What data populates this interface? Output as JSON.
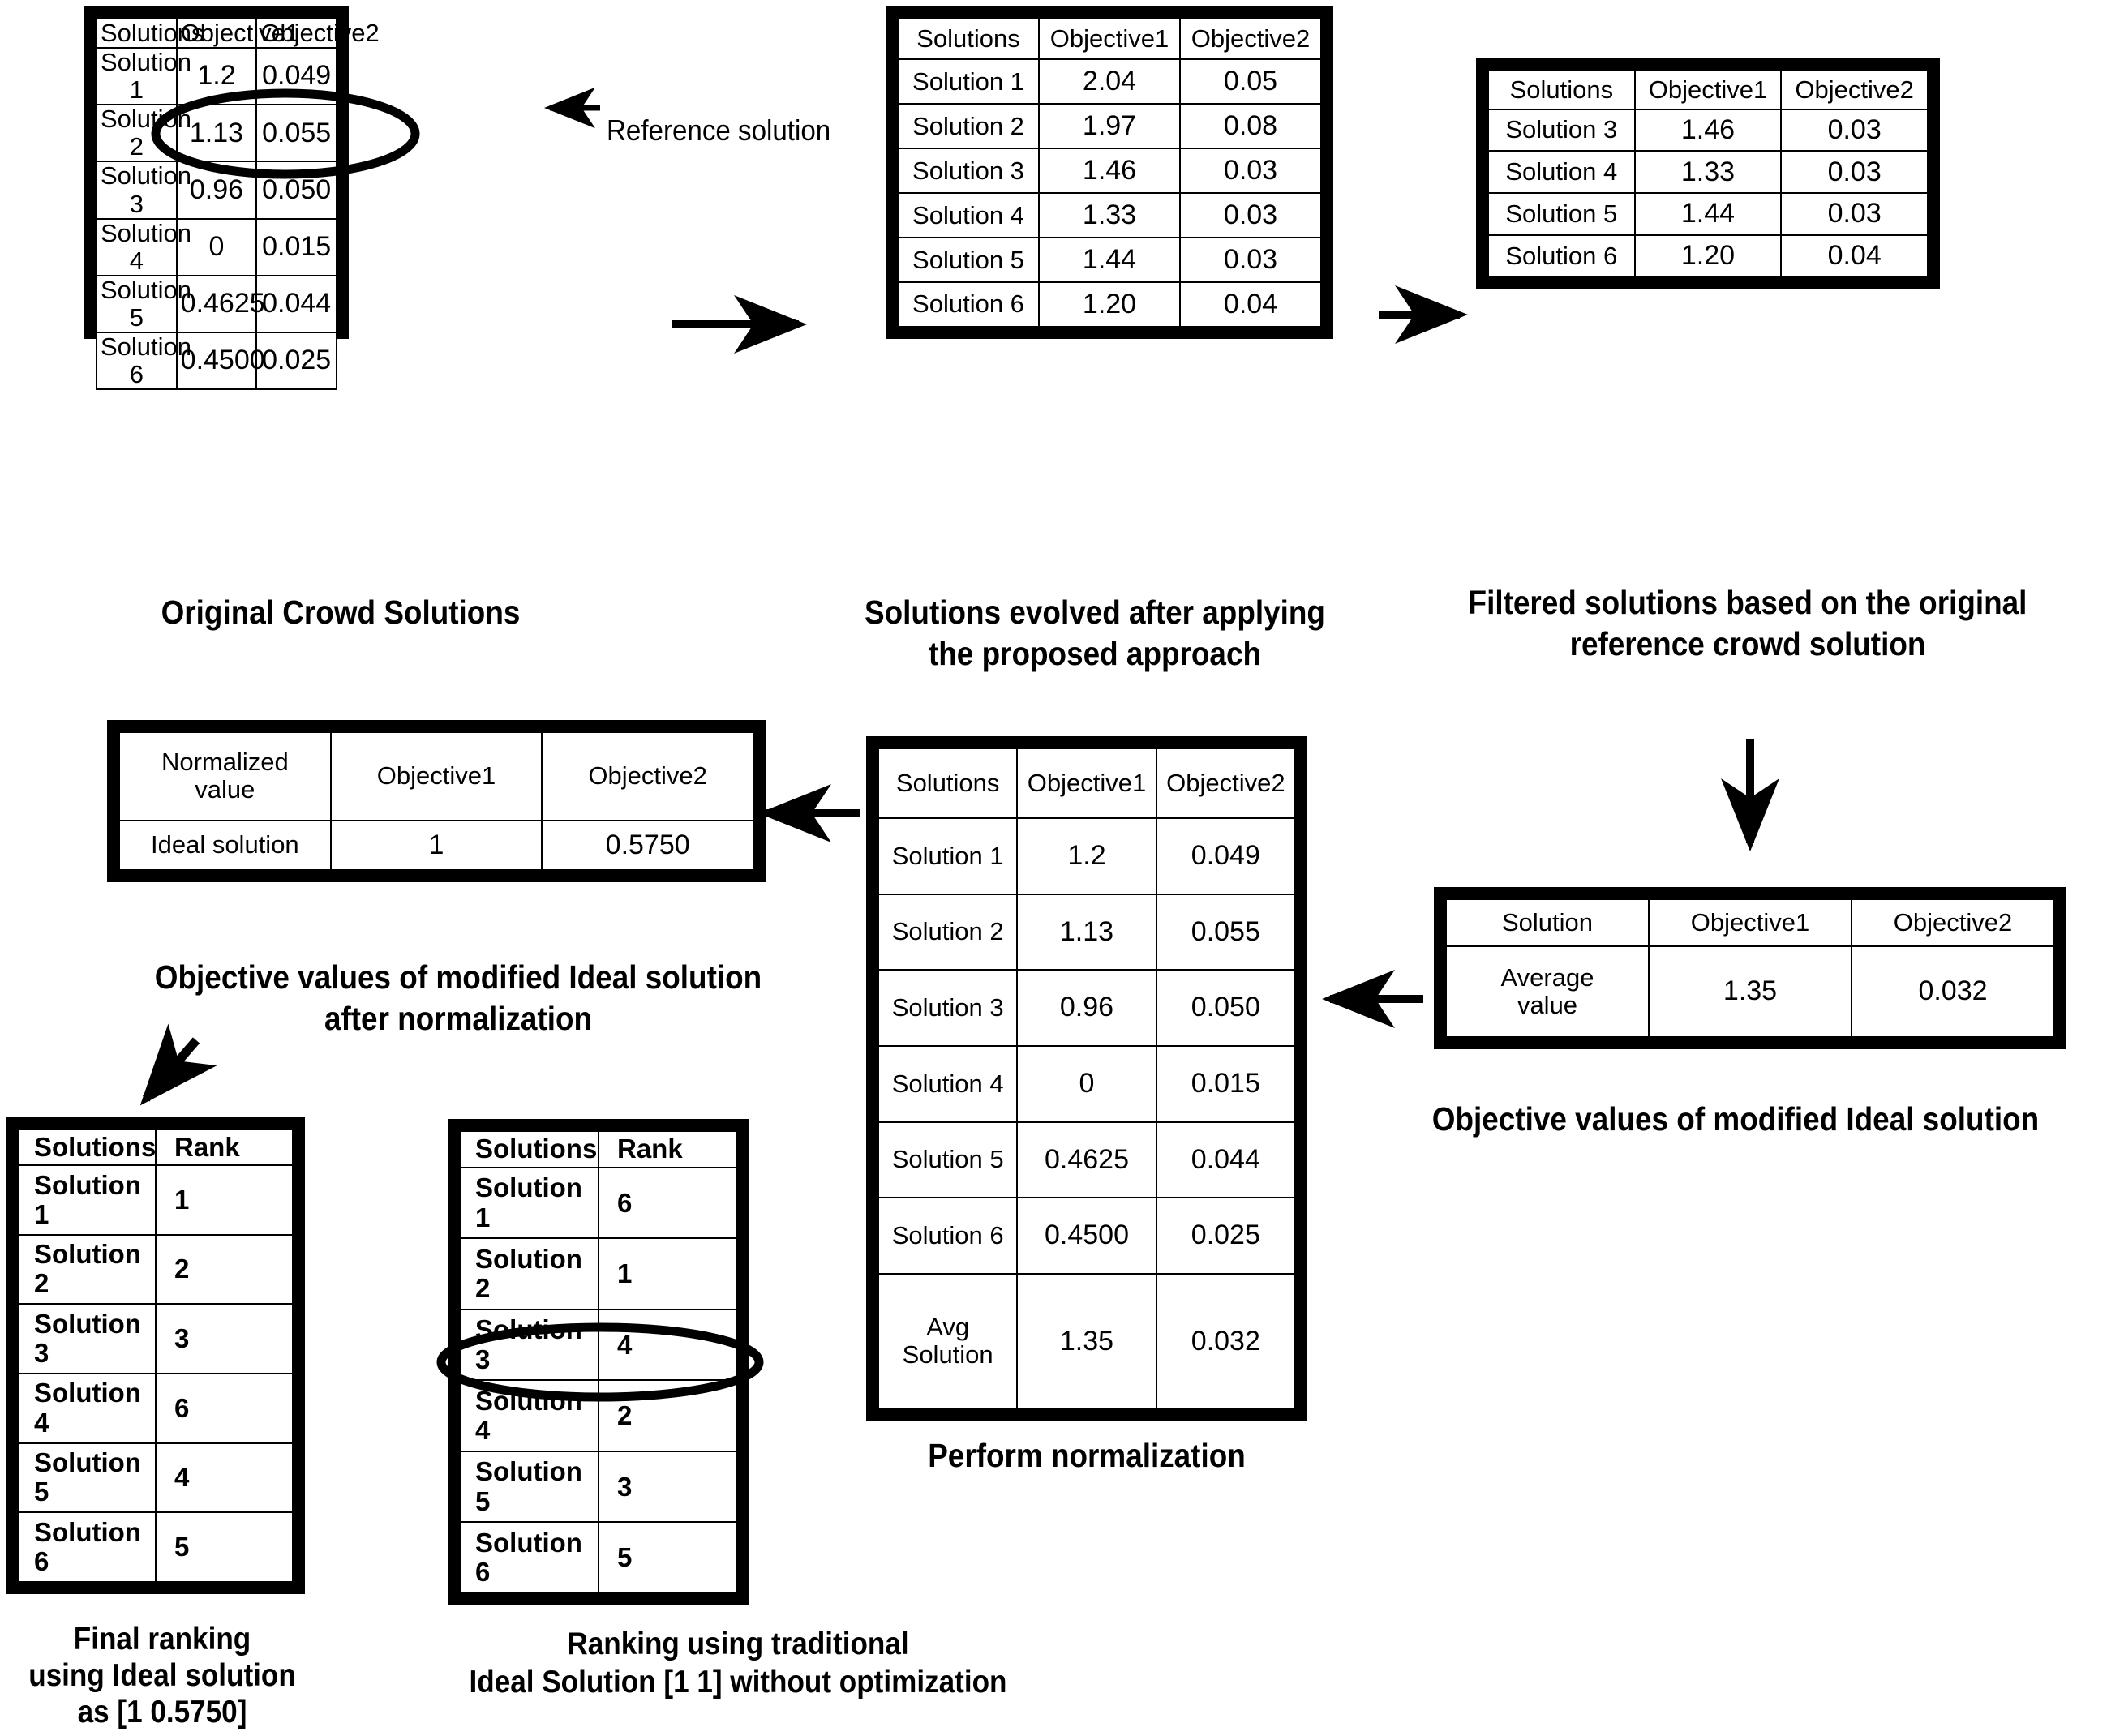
{
  "figure": {
    "columns": [
      "Solutions",
      "Objective1",
      "Objective2"
    ],
    "rank_columns": [
      "Solutions",
      "Rank"
    ]
  },
  "tables": {
    "original_crowd": {
      "caption": "Original Crowd Solutions",
      "headers": [
        "Solutions",
        "Objective1",
        "Objective2"
      ],
      "rows": [
        [
          "Solution 1",
          "1.2",
          "0.049"
        ],
        [
          "Solution 2",
          "1.13",
          "0.055"
        ],
        [
          "Solution 3",
          "0.96",
          "0.050"
        ],
        [
          "Solution 4",
          "0",
          "0.015"
        ],
        [
          "Solution 5",
          "0.4625",
          "0.044"
        ],
        [
          "Solution 6",
          "0.4500",
          "0.025"
        ]
      ]
    },
    "evolved": {
      "caption": "Solutions evolved after applying the proposed approach",
      "caption_line1": "Solutions evolved after applying",
      "caption_line2": "the proposed approach",
      "headers": [
        "Solutions",
        "Objective1",
        "Objective2"
      ],
      "rows": [
        [
          "Solution 1",
          "2.04",
          "0.05"
        ],
        [
          "Solution 2",
          "1.97",
          "0.08"
        ],
        [
          "Solution 3",
          "1.46",
          "0.03"
        ],
        [
          "Solution 4",
          "1.33",
          "0.03"
        ],
        [
          "Solution 5",
          "1.44",
          "0.03"
        ],
        [
          "Solution 6",
          "1.20",
          "0.04"
        ]
      ]
    },
    "filtered": {
      "caption_line1": "Filtered solutions based on the original",
      "caption_line2": "reference crowd solution",
      "headers": [
        "Solutions",
        "Objective1",
        "Objective2"
      ],
      "rows": [
        [
          "Solution 3",
          "1.46",
          "0.03"
        ],
        [
          "Solution 4",
          "1.33",
          "0.03"
        ],
        [
          "Solution 5",
          "1.44",
          "0.03"
        ],
        [
          "Solution 6",
          "1.20",
          "0.04"
        ]
      ]
    },
    "average": {
      "caption": "Objective values of modified Ideal solution",
      "headers": [
        "Solution",
        "Objective1",
        "Objective2"
      ],
      "rows": [
        [
          "Average value",
          "1.35",
          "0.032"
        ]
      ],
      "row_label_line1": "Average",
      "row_label_line2": "value"
    },
    "normalization": {
      "caption": "Perform normalization",
      "headers": [
        "Solutions",
        "Objective1",
        "Objective2"
      ],
      "rows": [
        [
          "Solution 1",
          "1.2",
          "0.049"
        ],
        [
          "Solution 2",
          "1.13",
          "0.055"
        ],
        [
          "Solution 3",
          "0.96",
          "0.050"
        ],
        [
          "Solution 4",
          "0",
          "0.015"
        ],
        [
          "Solution 5",
          "0.4625",
          "0.044"
        ],
        [
          "Solution 6",
          "0.4500",
          "0.025"
        ]
      ],
      "avg_row": [
        "Avg Solution",
        "1.35",
        "0.032"
      ],
      "avg_label_line1": "Avg",
      "avg_label_line2": "Solution"
    },
    "ideal_normalized": {
      "caption_line1": "Objective values of modified Ideal solution",
      "caption_line2": "after normalization",
      "headers": [
        "Normalized value",
        "Objective1",
        "Objective2"
      ],
      "header_label_line1": "Normalized",
      "header_label_line2": "value",
      "rows": [
        [
          "Ideal solution",
          "1",
          "0.5750"
        ]
      ]
    },
    "final_ranking": {
      "caption_line1": "Final ranking",
      "caption_line2": "using Ideal solution",
      "caption_line3": "as [1 0.5750]",
      "headers": [
        "Solutions",
        "Rank"
      ],
      "rows": [
        [
          "Solution 1",
          "1"
        ],
        [
          "Solution 2",
          "2"
        ],
        [
          "Solution 3",
          "3"
        ],
        [
          "Solution 4",
          "6"
        ],
        [
          "Solution 5",
          "4"
        ],
        [
          "Solution 6",
          "5"
        ]
      ]
    },
    "traditional_ranking": {
      "caption_line1": "Ranking using traditional",
      "caption_line2": "Ideal Solution [1 1] without  optimization",
      "headers": [
        "Solutions",
        "Rank"
      ],
      "rows": [
        [
          "Solution 1",
          "6"
        ],
        [
          "Solution 2",
          "1"
        ],
        [
          "Solution 3",
          "4"
        ],
        [
          "Solution 4",
          "2"
        ],
        [
          "Solution 5",
          "3"
        ],
        [
          "Solution 6",
          "5"
        ]
      ],
      "highlighted_row": "Solution 4"
    }
  },
  "annotations": {
    "reference_solution": "Reference solution"
  },
  "colors": {
    "ink": "#000000",
    "paper": "#ffffff"
  }
}
